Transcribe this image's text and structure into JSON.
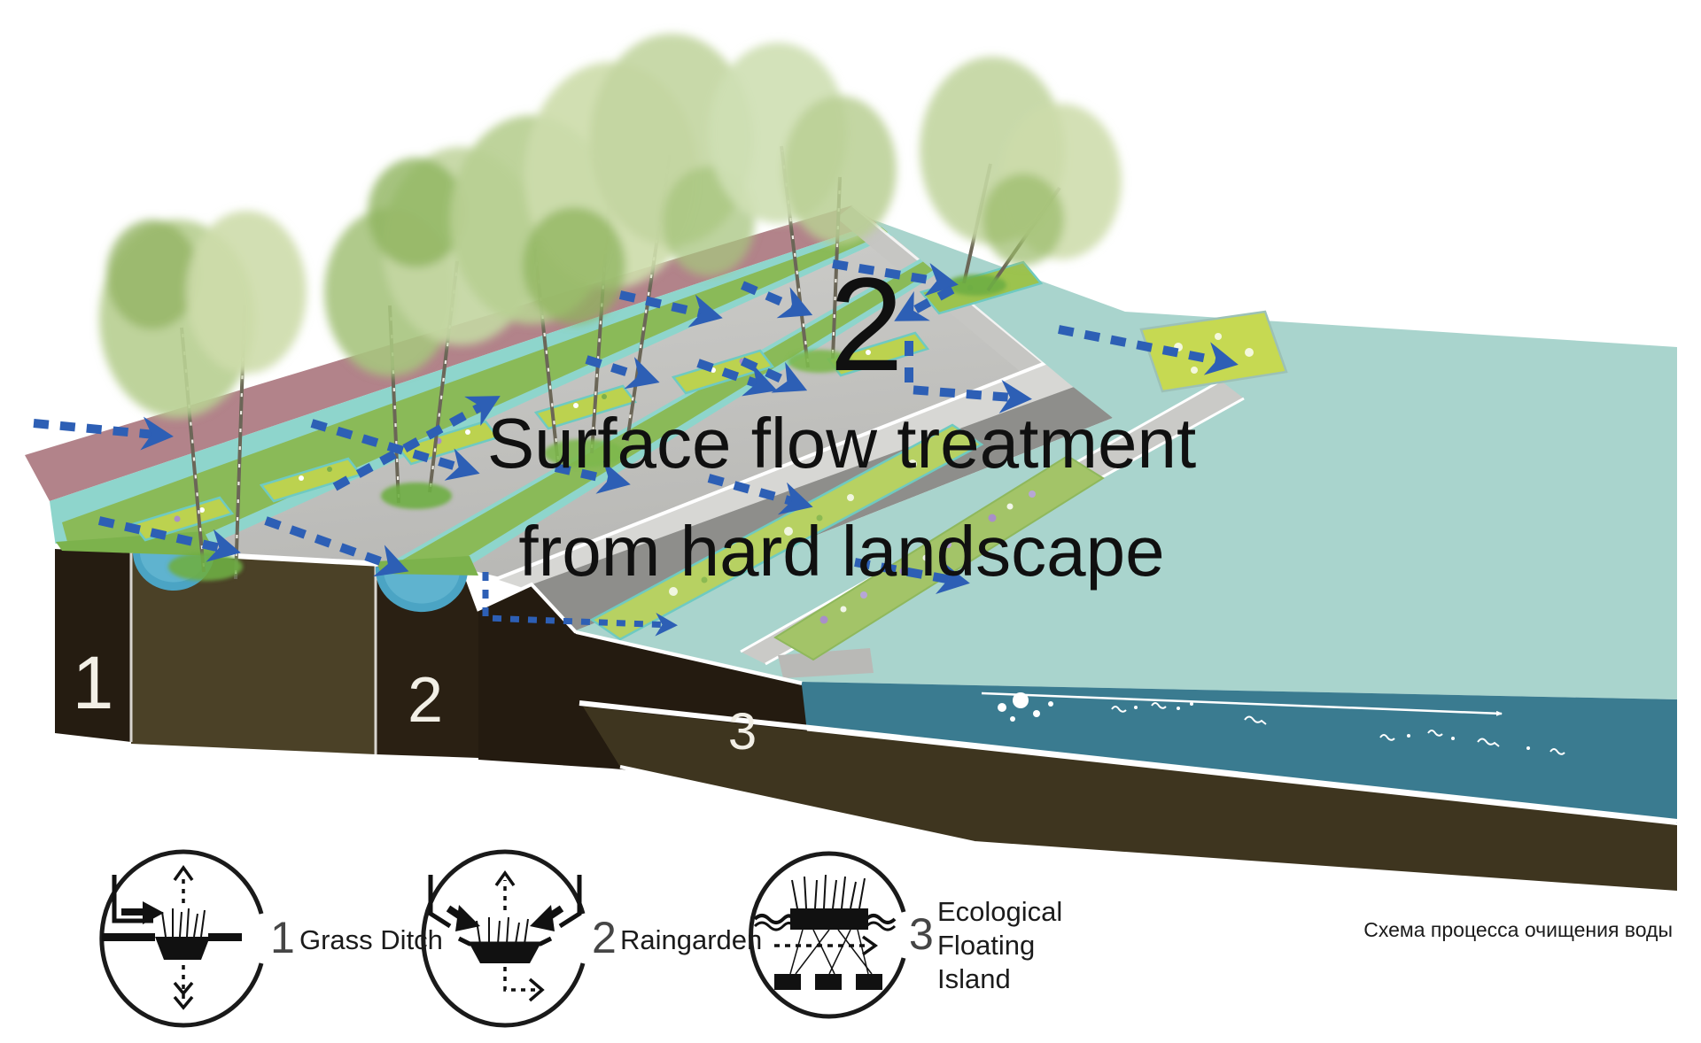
{
  "illustration": {
    "title_number": "2",
    "title_line1": "Surface flow treatment",
    "title_line2": "from hard landscape",
    "section_labels": [
      "1",
      "2",
      "3"
    ],
    "colors": {
      "arrow_blue": "#2d5fb5",
      "water_light_teal": "#a9d4cd",
      "water_dark_teal": "#3a7b90",
      "soil_dark": "#261d12",
      "soil_olive": "#4b4127",
      "road_pink": "#b2838a",
      "pavement_gray": "#c3c3c1",
      "planting_yellow_green": "#c6d952"
    }
  },
  "legend": {
    "items": [
      {
        "number": "1",
        "label": "Grass Ditch",
        "icon": "grass-ditch-icon"
      },
      {
        "number": "2",
        "label": "Raingarden",
        "icon": "raingarden-icon"
      },
      {
        "number": "3",
        "label": "Ecological Floating Island",
        "label_lines": [
          "Ecological",
          "Floating",
          "Island"
        ],
        "icon": "ecological-floating-island-icon"
      }
    ]
  },
  "caption_ru": "Схема процесса очищения воды"
}
